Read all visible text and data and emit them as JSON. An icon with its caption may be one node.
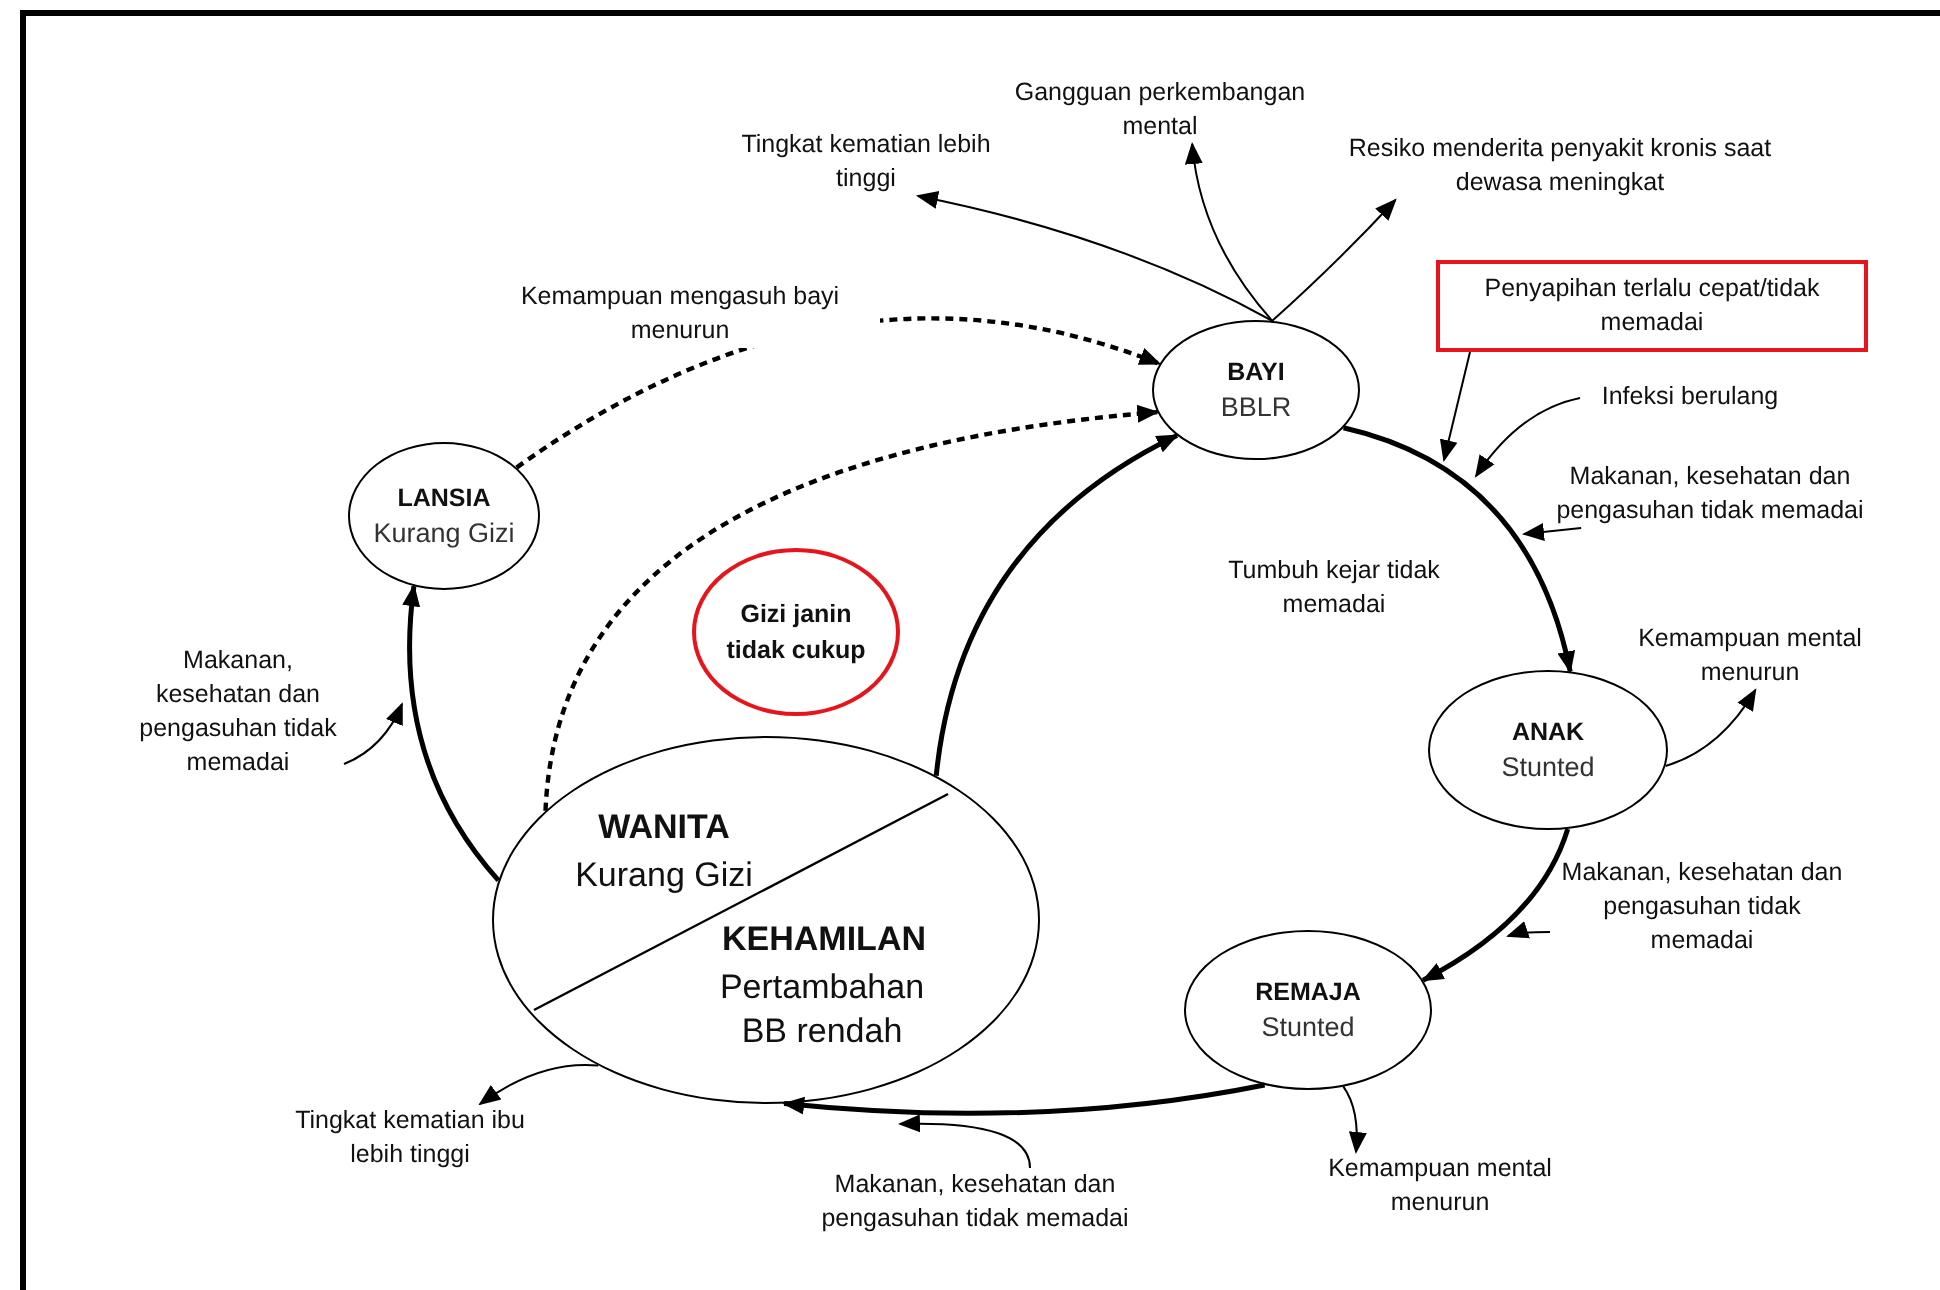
{
  "diagram": {
    "nodes": [
      {
        "text": [
          "BAYI",
          "BBLR"
        ]
      },
      {
        "text": [
          "LANSIA",
          "Kurang Gizi"
        ]
      },
      {
        "text": [
          "Gizi janin tidak cukup"
        ]
      },
      {
        "text": [
          "WANITA",
          "Kurang Gizi",
          "KEHAMILAN",
          "Pertambahan BB rendah"
        ]
      },
      {
        "text": [
          "ANAK",
          "Stunted"
        ]
      },
      {
        "text": [
          "REMAJA",
          "Stunted"
        ]
      },
      {
        "text": [
          "Gangguan perkembangan mental"
        ]
      },
      {
        "text": [
          "Tingkat kematian lebih tinggi"
        ]
      },
      {
        "text": [
          "Resiko menderita penyakit kronis saat dewasa meningkat"
        ]
      },
      {
        "text": [
          "Penyapihan terlalu cepat/tidak memadai"
        ]
      },
      {
        "text": [
          "Infeksi berulang"
        ]
      },
      {
        "text": [
          "Makanan, kesehatan dan pengasuhan tidak memadai"
        ]
      },
      {
        "text": [
          "Kemampuan mental menurun"
        ]
      },
      {
        "text": [
          "Makanan, kesehatan dan pengasuhan tidak memadai"
        ]
      },
      {
        "text": [
          "Makanan, kesehatan dan pengasuhan tidak memadai"
        ]
      },
      {
        "text": [
          "Tingkat kematian ibu lebih tinggi"
        ]
      },
      {
        "text": [
          "Makanan, kesehatan dan pengasuhan tidak memadai"
        ]
      },
      {
        "text": [
          "Kemampuan mental menurun"
        ]
      }
    ],
    "edges": [
      {
        "from": 0,
        "to": 7,
        "arrow": "to"
      },
      {
        "from": 0,
        "to": 6,
        "arrow": "to"
      },
      {
        "from": 0,
        "to": 8,
        "arrow": "to"
      },
      {
        "from": 1,
        "to": 0,
        "arrow": "to",
        "style": "dashed",
        "label": "Kemampuan mengasuh bayi menurun"
      },
      {
        "from": 3,
        "to": 0,
        "arrow": "to",
        "style": "dashed"
      },
      {
        "from": 3,
        "to": 0,
        "arrow": "to",
        "style": "thick"
      },
      {
        "from": 0,
        "to": 4,
        "arrow": "to",
        "style": "thick"
      },
      {
        "from": 4,
        "to": 5,
        "arrow": "to",
        "style": "thick"
      },
      {
        "from": 5,
        "to": 3,
        "arrow": "to",
        "style": "thick"
      },
      {
        "from": 3,
        "to": 1,
        "arrow": "to",
        "style": "thick"
      },
      {
        "from": 9,
        "to": null,
        "arrow": "to"
      },
      {
        "from": 10,
        "to": null,
        "arrow": "to"
      },
      {
        "from": 11,
        "to": null,
        "arrow": "to"
      },
      {
        "from": 4,
        "to": 12,
        "arrow": "to"
      },
      {
        "from": 13,
        "to": null,
        "arrow": "to"
      },
      {
        "from": 14,
        "to": null,
        "arrow": "to"
      },
      {
        "from": 3,
        "to": 15,
        "arrow": "to"
      },
      {
        "from": 16,
        "to": null,
        "arrow": "to"
      },
      {
        "from": 5,
        "to": 17,
        "arrow": "to"
      }
    ],
    "labels": [
      "Tumbuh kejar tidak memadai"
    ]
  }
}
